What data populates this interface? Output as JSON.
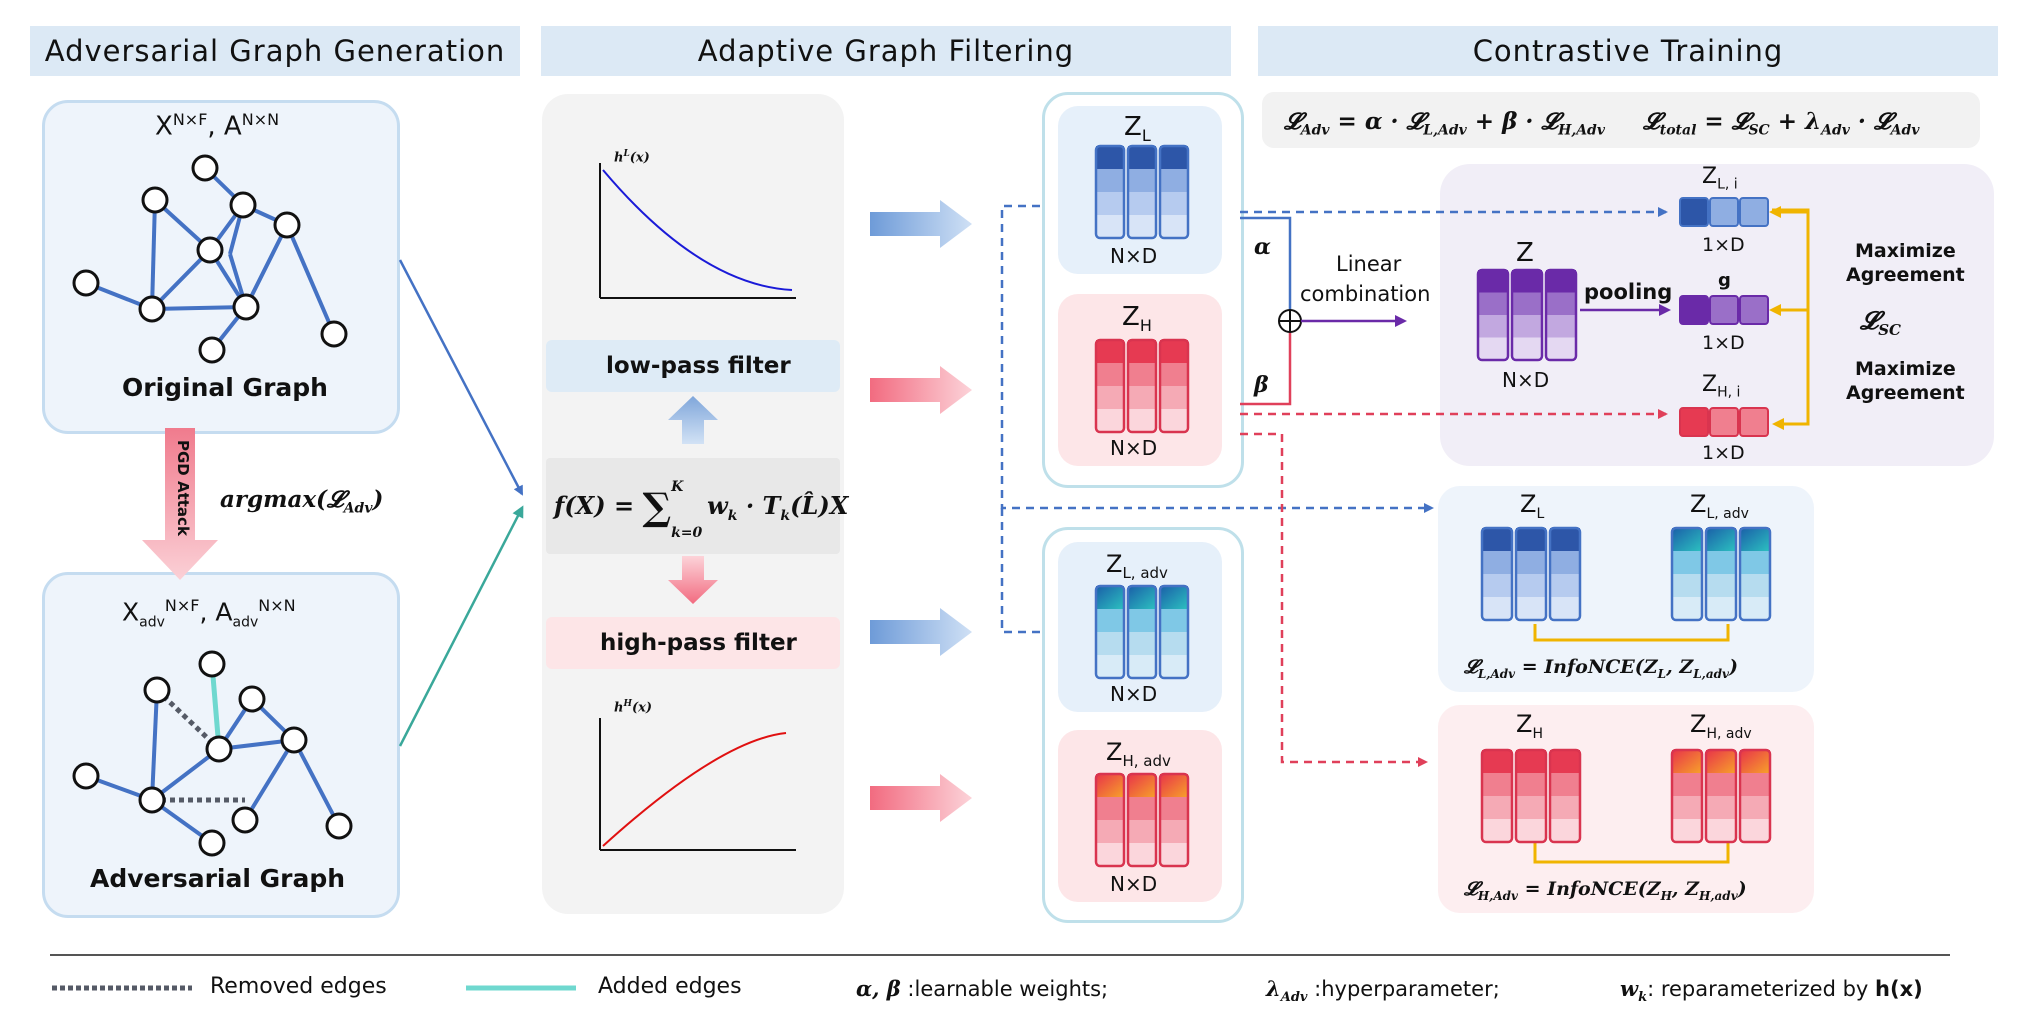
{
  "sections": {
    "generation": "Adversarial Graph Generation",
    "filtering": "Adaptive Graph Filtering",
    "training": "Contrastive Training"
  },
  "generation": {
    "original_inputs_X": "X",
    "original_inputs_X_sup": "N×F",
    "original_inputs_A": "A",
    "original_inputs_A_sup": "N×N",
    "original_graph_label": "Original Graph",
    "attack_label": "PGD Attack",
    "argmax": "argmax(𝓛",
    "argmax_sub": "Adv",
    "adv_X": "X",
    "adv_X_sub": "adv",
    "adv_X_sup": "N×F",
    "adv_A": "A",
    "adv_A_sub": "adv",
    "adv_A_sup": "N×N",
    "adversarial_graph_label": "Adversarial Graph"
  },
  "filtering": {
    "hL_label": "h",
    "hL_sup": "L",
    "hL_arg": "(x)",
    "hH_label": "h",
    "hH_sup": "H",
    "hH_arg": "(x)",
    "low_pass": "low-pass filter",
    "high_pass": "high-pass filter",
    "formula_lhs": "f(X) = ",
    "formula_sum_top": "K",
    "formula_sum_bottom": "k=0",
    "formula_rhs": "w",
    "formula_rhs_sub": "k",
    "formula_rhs_tail": " · T",
    "formula_rhs_tail_sub": "k",
    "formula_rhs_end": "(L̂)X"
  },
  "embeddings": {
    "ZL": "Z",
    "ZL_sub": "L",
    "ZH": "Z",
    "ZH_sub": "H",
    "ZLadv": "Z",
    "ZLadv_sub": "L, adv",
    "ZHadv": "Z",
    "ZHadv_sub": "H, adv",
    "dim": "N×D"
  },
  "training": {
    "loss_adv": "𝓛",
    "loss_adv_sub": "Adv",
    "loss_adv_eq": " = α · 𝓛",
    "loss_L_sub": "L,Adv",
    "loss_plus": " + β · 𝓛",
    "loss_H_sub": "H,Adv",
    "loss_total": "𝓛",
    "loss_total_sub": "total",
    "loss_total_eq": " = 𝓛",
    "loss_sc_sub": "SC",
    "loss_total_plus": " + λ",
    "lambda_sub": "Adv",
    "loss_total_tail": " · 𝓛",
    "loss_total_tail_sub": "Adv",
    "alpha": "α",
    "beta": "β",
    "linear_combination_1": "Linear",
    "linear_combination_2": "combination",
    "Z": "Z",
    "Z_dim": "N×D",
    "pooling": "pooling",
    "ZLi": "Z",
    "ZLi_sub": "L, i",
    "g": "g",
    "ZHi": "Z",
    "ZHi_sub": "H, i",
    "vec_dim": "1×D",
    "maximize_1a": "Maximize",
    "maximize_1b": "Agreement",
    "maximize_2a": "Maximize",
    "maximize_2b": "Agreement",
    "loss_sc": "𝓛",
    "loss_sc_label_sub": "SC",
    "box_ZL": "Z",
    "box_ZL_sub": "L",
    "box_ZLadv": "Z",
    "box_ZLadv_sub": "L, adv",
    "box_ZH": "Z",
    "box_ZH_sub": "H",
    "box_ZHadv": "Z",
    "box_ZHadv_sub": "H, adv",
    "infonce_L": "𝓛",
    "infonce_L_sub": "L,Adv",
    "infonce_L_eq": " = InfoNCE(Z",
    "infonce_L_z1": "L",
    "infonce_L_mid": ", Z",
    "infonce_L_z2": "L,adv",
    "infonce_L_end": ")",
    "infonce_H": "𝓛",
    "infonce_H_sub": "H,Adv",
    "infonce_H_eq": " = InfoNCE(Z",
    "infonce_H_z1": "H",
    "infonce_H_mid": ", Z",
    "infonce_H_z2": "H,adv",
    "infonce_H_end": ")"
  },
  "legend": {
    "removed": "Removed edges",
    "added": "Added edges",
    "ab": "α, β",
    "ab_desc": " :learnable weights;",
    "lambda": "λ",
    "lambda_sub": "Adv",
    "lambda_desc": " :hyperparameter;",
    "wk": "w",
    "wk_sub": "k",
    "wk_desc": ": reparameterized by ",
    "hx": "h(x)"
  },
  "colors": {
    "blue_line": "#4472c4",
    "red_dash": "#e0405a",
    "teal_edge": "#6fd8cf",
    "removed_edge": "#555a66",
    "yellow_arrow": "#f0b400",
    "purple": "#6a2aa8"
  }
}
